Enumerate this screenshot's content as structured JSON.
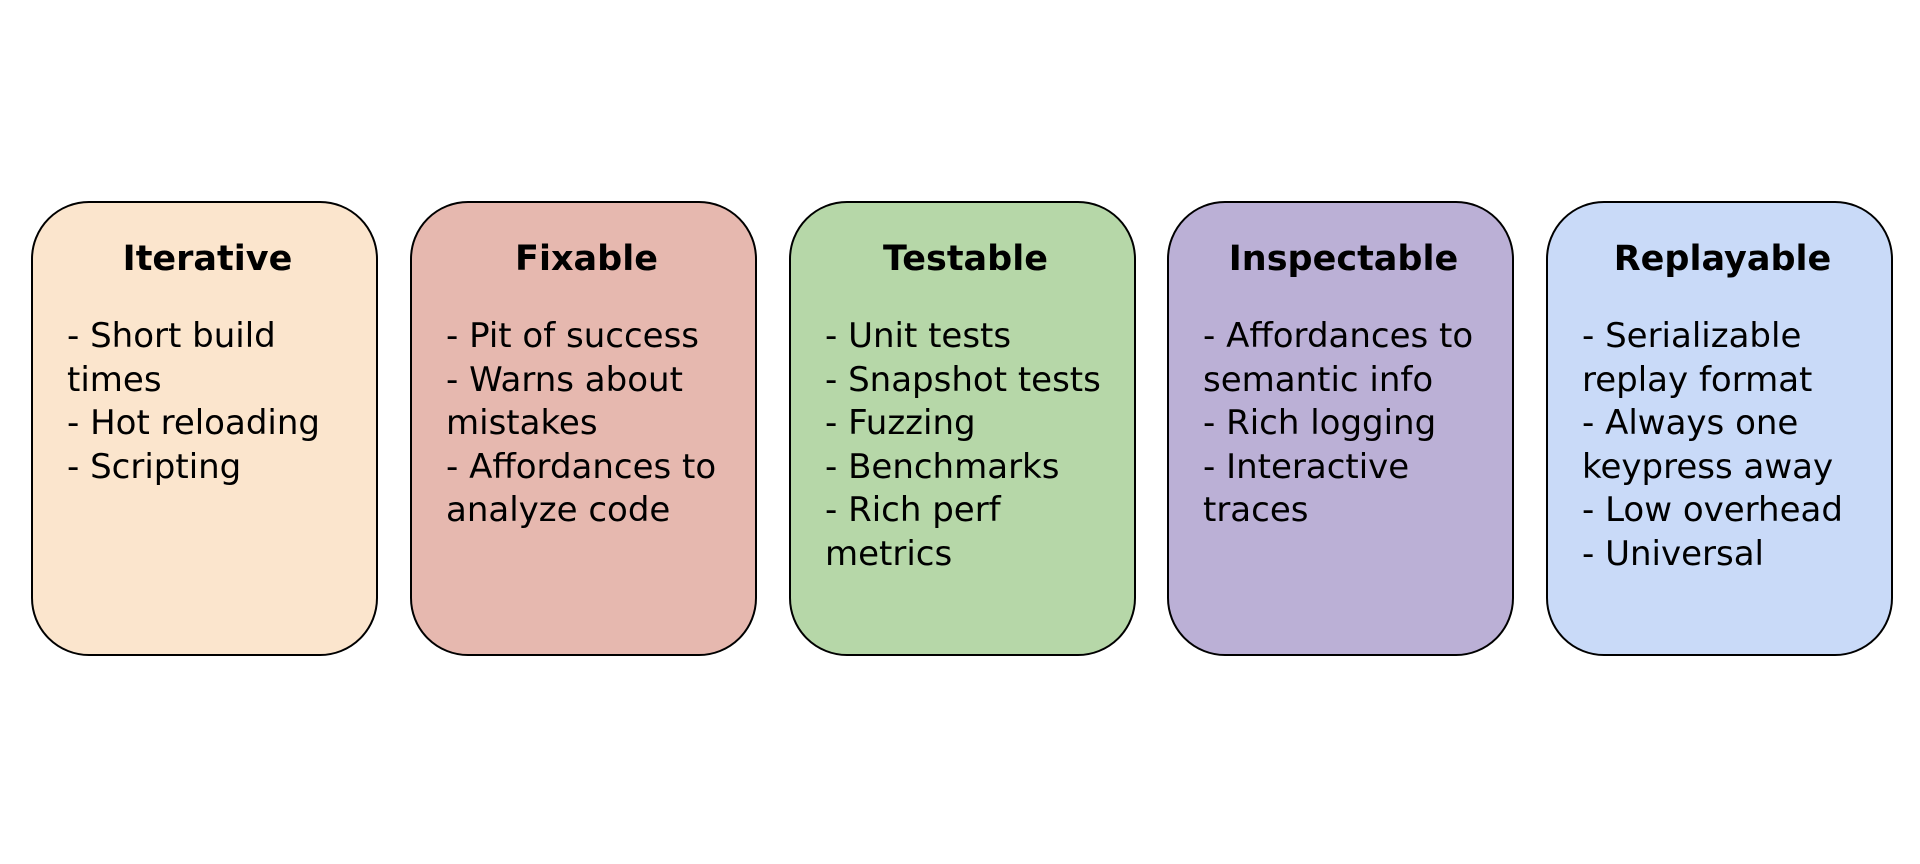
{
  "cards": [
    {
      "title": "Iterative",
      "color": "#fbe5cd",
      "items": [
        "- Short build times",
        "- Hot reloading",
        "- Scripting"
      ]
    },
    {
      "title": "Fixable",
      "color": "#e6b8af",
      "items": [
        "- Pit of success",
        "- Warns about mistakes",
        "- Affordances to analyze code"
      ]
    },
    {
      "title": "Testable",
      "color": "#b6d7a8",
      "items": [
        "- Unit tests",
        "- Snapshot tests",
        "- Fuzzing",
        "- Benchmarks",
        "- Rich perf metrics"
      ]
    },
    {
      "title": "Inspectable",
      "color": "#bbb0d6",
      "items": [
        "- Affordances to semantic info",
        "- Rich logging",
        "- Interactive traces"
      ]
    },
    {
      "title": "Replayable",
      "color": "#c9daf8",
      "items": [
        "- Serializable replay format",
        "- Always one keypress away",
        "- Low overhead",
        "- Universal"
      ]
    }
  ]
}
